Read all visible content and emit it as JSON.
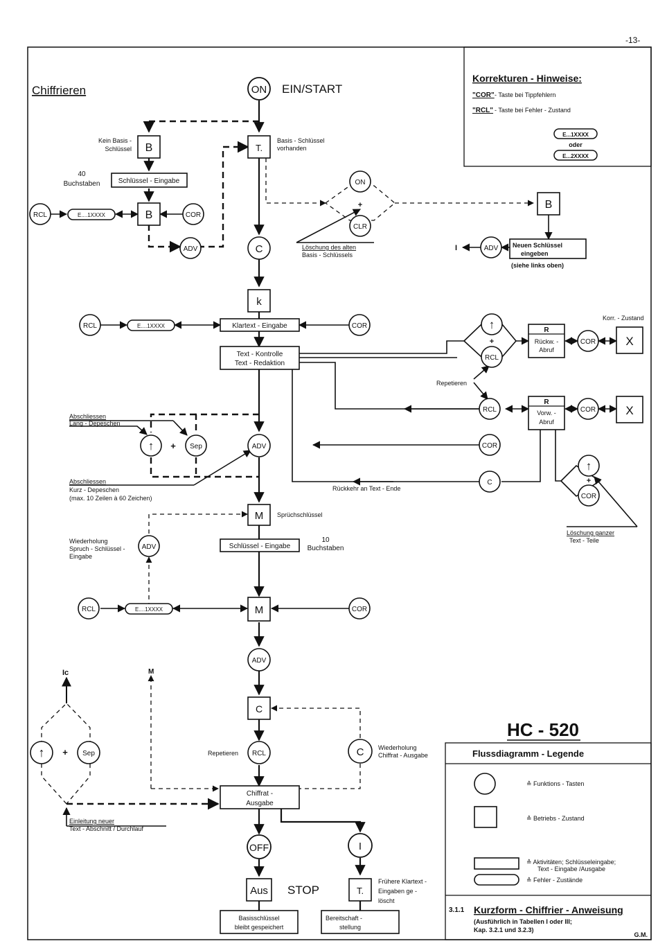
{
  "page_number": "-13-",
  "section_title": "Chiffrieren",
  "start": {
    "key": "ON",
    "label": "EIN/START"
  },
  "corrections": {
    "title": "Korrekturen - Hinweise:",
    "cor_key": "\"COR\"",
    "cor_text": "- Taste  bei  Tippfehlern",
    "rcl_key": "\"RCL\"",
    "rcl_text": "- Taste  bei  Fehler - Zustand",
    "err1": "E...1XXXX",
    "or": "oder",
    "err2": "E...2XXXX"
  },
  "basis": {
    "no_key_line1": "Kein  Basis -",
    "no_key_line2": "Schlüssel",
    "state_b": "B",
    "state_t": "T.",
    "present_line1": "Basis - Schlüssel",
    "present_line2": "vorhanden",
    "letters_count": "40",
    "letters_label": "Buchstaben",
    "key_input": "Schlüssel - Eingabe",
    "error": "E....1XXXX"
  },
  "keys": {
    "rcl": "RCL",
    "cor": "COR",
    "adv": "ADV",
    "on": "ON",
    "clr": "CLR",
    "c": "C",
    "sep": "Sep",
    "off": "OFF",
    "i": "I",
    "plus": "+",
    "arrow_up": "↑"
  },
  "delete_basis": {
    "line1": "Löschung  des  alten",
    "line2": "Basis - Schlüssels"
  },
  "new_key": {
    "label_i": "I",
    "line1": "Neuen  Schlüssel",
    "line2": "eingeben",
    "note": "(siehe  links  oben)"
  },
  "klartext": {
    "state": "k",
    "input": "Klartext - Eingabe",
    "error": "E....1XXXX"
  },
  "text_control": {
    "line1": "Text - Kontrolle",
    "line2": "Text - Redaktion"
  },
  "recall_back": {
    "r": "R",
    "line1": "Rückw. -",
    "line2": "Abruf",
    "x": "X",
    "korr": "Korr. - Zustand"
  },
  "recall_fwd": {
    "r": "R",
    "line1": "Vorw. -",
    "line2": "Abruf",
    "x": "X"
  },
  "repeat_label": "Repetieren",
  "close_long": {
    "line1": "Abschliessen",
    "line2": "Lang - Depeschen"
  },
  "close_short": {
    "line1": "Abschliessen",
    "line2": "Kurz - Depeschen",
    "line3": "(max. 10 Zeilen  à  60 Zeichen)"
  },
  "return_text_end": "Rückkehr  an  Text - Ende",
  "delete_text": {
    "line1": "Löschung  ganzer",
    "line2": "Text - Teile"
  },
  "message_key": {
    "state": "M",
    "label": "Sprüchschlüssel",
    "input": "Schlüssel - Eingabe",
    "count": "10",
    "count_label": "Buchstaben",
    "repeat_line1": "Wiederholung",
    "repeat_line2": "Spruch - Schlüssel -",
    "repeat_line3": "Eingabe",
    "error": "E....1XXXX"
  },
  "left_branch": {
    "ic": "Ic",
    "m": "M",
    "intro_line1": "Einleitung   neuer",
    "intro_line2": "Text - Abschnitt / Durchlauf"
  },
  "cipher": {
    "state": "C",
    "repeat": "Repetieren",
    "repeat_out_line1": "Wiederholung",
    "repeat_out_line2": "Chiffrat - Ausgabe",
    "out_line1": "Chiffrat -",
    "out_line2": "Ausgabe"
  },
  "stop": {
    "state": "Aus",
    "label": "STOP",
    "stored_line1": "Basisschlüssel",
    "stored_line2": "bleibt  gespeichert"
  },
  "standby": {
    "state": "T.",
    "erased_line1": "Frühere  Klartext -",
    "erased_line2": "Eingaben  ge -",
    "erased_line3": "löscht",
    "box_line1": "Bereitschaft -",
    "box_line2": "stellung"
  },
  "model": "HC - 520",
  "legend": {
    "title": "Flussdiagramm - Legende",
    "circle": "≙  Funktions - Tasten",
    "square": "≙  Betriebs - Zustand",
    "rect1": "≙  Aktivitäten; Schlüsseleingabe;",
    "rect2": "Text - Eingabe /Ausgabe",
    "oval": "≙  Fehler - Zustände"
  },
  "footer": {
    "num": "3.1.1",
    "title": "Kurzform - Chiffrier - Anweisung",
    "line2": "(Ausführlich  in  Tabellen  I  oder  III;",
    "line3": "Kap.  3.2.1   und  3.2.3)",
    "initials": "G.M."
  }
}
